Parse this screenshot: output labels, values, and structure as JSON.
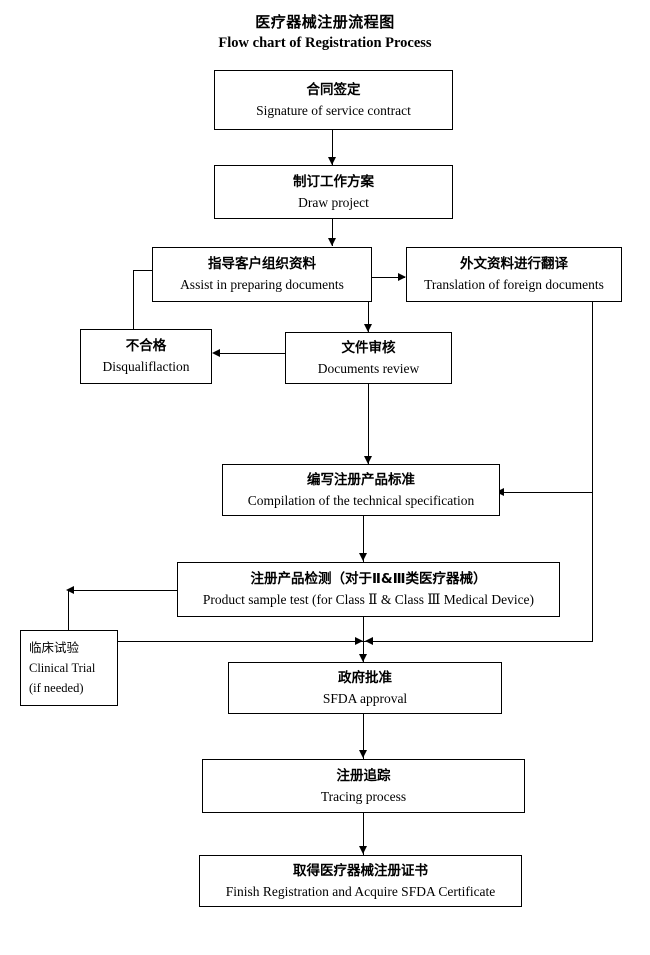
{
  "title": {
    "cn": "医疗器械注册流程图",
    "en": "Flow chart of Registration Process"
  },
  "nodes": [
    {
      "id": "contract",
      "cn": "合同签定",
      "en": "Signature of service contract"
    },
    {
      "id": "project",
      "cn": "制订工作方案",
      "en": "Draw project"
    },
    {
      "id": "assist",
      "cn": "指导客户组织资料",
      "en": "Assist in preparing documents"
    },
    {
      "id": "translation",
      "cn": "外文资料进行翻译",
      "en": "Translation of foreign documents"
    },
    {
      "id": "disqualify",
      "cn": "不合格",
      "en": "Disqualiflaction"
    },
    {
      "id": "review",
      "cn": "文件审核",
      "en": "Documents review"
    },
    {
      "id": "compilation",
      "cn": "编写注册产品标准",
      "en": "Compilation of the technical specification"
    },
    {
      "id": "sampletest",
      "cn": "注册产品检测（对于Ⅱ&Ⅲ类医疗器械）",
      "en": "Product sample test (for Class  Ⅱ & Class  Ⅲ  Medical Device)"
    },
    {
      "id": "clinical",
      "cn": "临床试验",
      "en": "Clinical Trial",
      "en2": "(if needed)"
    },
    {
      "id": "approval",
      "cn": "政府批准",
      "en": "SFDA approval"
    },
    {
      "id": "tracing",
      "cn": "注册追踪",
      "en": "Tracing process"
    },
    {
      "id": "finish",
      "cn": "取得医疗器械注册证书",
      "en": "Finish Registration and Acquire SFDA Certificate"
    }
  ],
  "colors": {
    "background": "#ffffff",
    "stroke": "#000000",
    "text": "#000000"
  }
}
